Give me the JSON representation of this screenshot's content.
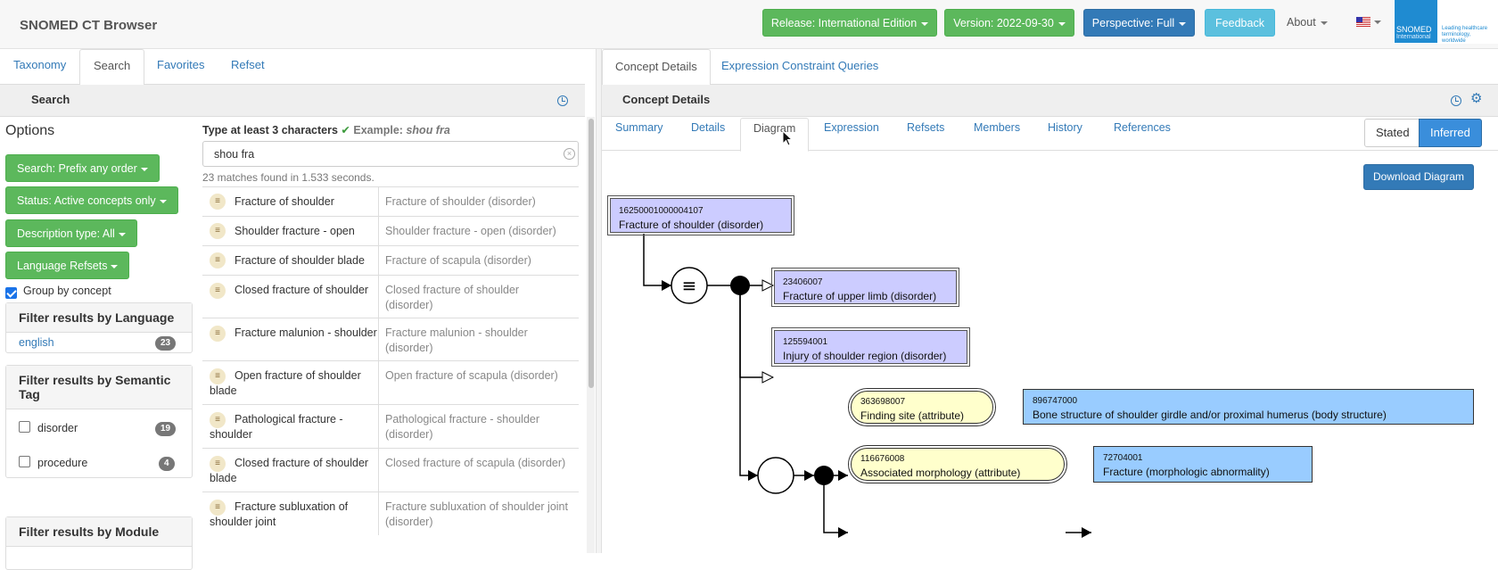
{
  "app": {
    "title": "SNOMED CT Browser"
  },
  "topbar": {
    "release": "Release: International Edition",
    "version": "Version: 2022-09-30",
    "perspective": "Perspective: Full",
    "feedback": "Feedback",
    "about": "About",
    "logo_main": "SNOMED",
    "logo_sub": "International",
    "logo_tagline": "Leading healthcare terminology, worldwide"
  },
  "left_tabs": [
    "Taxonomy",
    "Search",
    "Favorites",
    "Refset"
  ],
  "left_panel": {
    "title": "Search"
  },
  "options": {
    "title": "Options",
    "search_mode": "Search: Prefix any order",
    "status": "Status: Active concepts only",
    "description_type": "Description type: All",
    "language_refsets": "Language Refsets",
    "group_by_concept": "Group by concept"
  },
  "filters": {
    "language": {
      "title": "Filter results by Language",
      "items": [
        {
          "label": "english",
          "count": "23"
        }
      ]
    },
    "semantic_tag": {
      "title": "Filter results by Semantic Tag",
      "items": [
        {
          "label": "disorder",
          "count": "19"
        },
        {
          "label": "procedure",
          "count": "4"
        }
      ]
    },
    "module": {
      "title": "Filter results by Module"
    }
  },
  "search": {
    "hint": "Type at least 3 characters",
    "check": "✔",
    "example_label": "Example:",
    "example_value": "shou fra",
    "query": "shou fra",
    "match_count": "23 matches found in 1.533 seconds."
  },
  "results": [
    {
      "term": "Fracture of shoulder",
      "fsn": "Fracture of shoulder (disorder)"
    },
    {
      "term": "Shoulder fracture - open",
      "fsn": "Shoulder fracture - open (disorder)"
    },
    {
      "term": "Fracture of shoulder blade",
      "fsn": "Fracture of scapula (disorder)"
    },
    {
      "term": "Closed fracture of shoulder",
      "fsn": "Closed fracture of shoulder (disorder)"
    },
    {
      "term": "Fracture malunion - shoulder",
      "fsn": "Fracture malunion - shoulder (disorder)"
    },
    {
      "term": "Open fracture of shoulder blade",
      "fsn": "Open fracture of scapula (disorder)"
    },
    {
      "term": "Pathological fracture - shoulder",
      "fsn": "Pathological fracture - shoulder (disorder)"
    },
    {
      "term": "Closed fracture of shoulder blade",
      "fsn": "Closed fracture of scapula (disorder)"
    },
    {
      "term": "Fracture subluxation of shoulder joint",
      "fsn": "Fracture subluxation of shoulder joint (disorder)"
    }
  ],
  "right_tabs": [
    "Concept Details",
    "Expression Constraint Queries"
  ],
  "right_panel": {
    "title": "Concept Details"
  },
  "sub_tabs": [
    "Summary",
    "Details",
    "Diagram",
    "Expression",
    "Refsets",
    "Members",
    "History",
    "References"
  ],
  "view_toggle": {
    "stated": "Stated",
    "inferred": "Inferred"
  },
  "download": "Download Diagram",
  "diagram": {
    "focus": {
      "id": "16250001000004107",
      "label": "Fracture of shoulder (disorder)"
    },
    "parents": [
      {
        "id": "23406007",
        "label": "Fracture of upper limb (disorder)"
      },
      {
        "id": "125594001",
        "label": "Injury of shoulder region (disorder)"
      }
    ],
    "relationships": [
      {
        "attr_id": "363698007",
        "attr": "Finding site (attribute)",
        "value_id": "896747000",
        "value": "Bone structure of shoulder girdle and/or proximal humerus (body structure)"
      },
      {
        "attr_id": "116676008",
        "attr": "Associated morphology (attribute)",
        "value_id": "72704001",
        "value": "Fracture (morphologic abnormality)"
      }
    ],
    "equivalence_symbol": "≡"
  },
  "colors": {
    "green": "#5cb85c",
    "blue": "#337ab7",
    "cyan": "#5bc0de",
    "defined": "#ccccff",
    "primitive": "#99ccff",
    "attribute": "#ffffcc"
  }
}
